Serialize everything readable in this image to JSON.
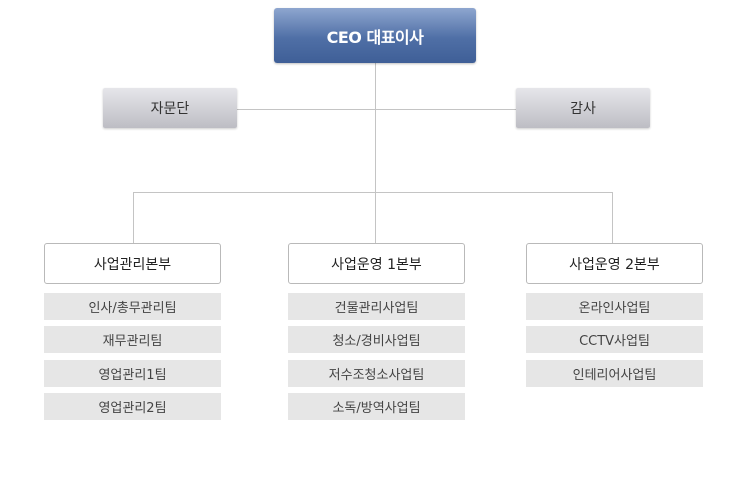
{
  "ceo": {
    "label": "CEO 대표이사"
  },
  "advisory": {
    "label": "자문단"
  },
  "audit": {
    "label": "감사"
  },
  "departments": [
    {
      "label": "사업관리본부",
      "teams": [
        "인사/총무관리팀",
        "재무관리팀",
        "영업관리1팀",
        "영업관리2팀"
      ]
    },
    {
      "label": "사업운영 1본부",
      "teams": [
        "건물관리사업팀",
        "청소/경비사업팀",
        "저수조청소사업팀",
        "소독/방역사업팀"
      ]
    },
    {
      "label": "사업운영 2본부",
      "teams": [
        "온라인사업팀",
        "CCTV사업팀",
        "인테리어사업팀"
      ]
    }
  ],
  "colors": {
    "ceo_box": "#4f6fa6",
    "side_box": "#c9c9cf",
    "team_box": "#e6e6e6",
    "connector": "#c4c4c4"
  }
}
